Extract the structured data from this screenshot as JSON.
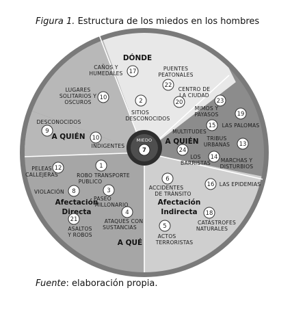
{
  "title": {
    "prefix": "Figura 1.",
    "text": " Estructura de los miedos en los hombres"
  },
  "source": {
    "prefix": "Fuente",
    "text": ": elaboración propia."
  },
  "center": {
    "label": "MIEDO",
    "number": "7"
  },
  "colors": {
    "donde": "#e8e8e8",
    "quien_left": "#b8b8b8",
    "quien_right": "#8c8c8c",
    "afectacion_directa": "#a6a6a6",
    "afectacion_indirecta": "#cfcfcf",
    "outer": "#7a7a7a",
    "center": "#4e4e4e",
    "center_ring": "#2e2e2e"
  },
  "sections": {
    "donde": {
      "heading": "DÓNDE",
      "items": [
        {
          "number": "17",
          "lines": [
            "CAÑOS Y",
            "HUMEDALES"
          ]
        },
        {
          "number": "22",
          "lines": [
            "PUENTES",
            "PEATONALES"
          ]
        },
        {
          "number": "10",
          "lines": [
            "LUGARES",
            "SOLITARIOS Y",
            "OSCUROS"
          ]
        },
        {
          "number": "2",
          "lines": [
            "SITIOS",
            "DESCONOCIDOS"
          ]
        },
        {
          "number": "20",
          "lines": [
            "CENTRO DE",
            "LA CIUDAD"
          ]
        }
      ]
    },
    "a_quien_left": {
      "heading": "A QUIÉN",
      "items": [
        {
          "number": "9",
          "lines": [
            "DESCONOCIDOS"
          ]
        },
        {
          "number": "10",
          "lines": [
            "INDIGENTES"
          ]
        }
      ]
    },
    "a_quien_right": {
      "heading": "A QUIÉN",
      "items": [
        {
          "number": "23",
          "lines": [
            "MIMOS Y",
            "PAYASOS"
          ]
        },
        {
          "number": "19",
          "lines": [
            "LAS PALOMAS"
          ]
        },
        {
          "number": "15",
          "lines": [
            "MULTITUDES"
          ]
        },
        {
          "number": "13",
          "lines": [
            "TRIBUS",
            "URBANAS"
          ]
        },
        {
          "number": "24",
          "lines": [
            "LOS",
            "BARRISTAS"
          ]
        },
        {
          "number": "14",
          "lines": [
            "MARCHAS Y",
            "DISTURBIOS"
          ]
        }
      ]
    },
    "afectacion_directa": {
      "heading": [
        "Afectación",
        "Directa"
      ],
      "items": [
        {
          "number": "12",
          "lines": [
            "PELEAS",
            "CALLEJERAS"
          ]
        },
        {
          "number": "1",
          "lines": [
            "ROBO TRANSPORTE",
            "PUBLICO"
          ]
        },
        {
          "number": "8",
          "lines": [
            "VIOLACIÓN"
          ]
        },
        {
          "number": "3",
          "lines": [
            "PASEO",
            "MILLONARIO"
          ]
        },
        {
          "number": "4",
          "lines": [
            "ATAQUES CON",
            "SUSTANCIAS"
          ]
        },
        {
          "number": "21",
          "lines": [
            "ASALTOS",
            "Y ROBOS"
          ]
        }
      ]
    },
    "a_que": {
      "heading": "A QUÉ"
    },
    "afectacion_indirecta": {
      "heading": [
        "Afectación",
        "Indirecta"
      ],
      "items": [
        {
          "number": "6",
          "lines": [
            "ACCIDENTES",
            "DE TRÁNSITO"
          ]
        },
        {
          "number": "16",
          "lines": [
            "LAS EPIDEMIAS"
          ]
        },
        {
          "number": "18",
          "lines": [
            "CATÁSTROFES",
            "NATURALES"
          ]
        },
        {
          "number": "5",
          "lines": [
            "ACTOS",
            "TERRORISTAS"
          ]
        }
      ]
    }
  }
}
